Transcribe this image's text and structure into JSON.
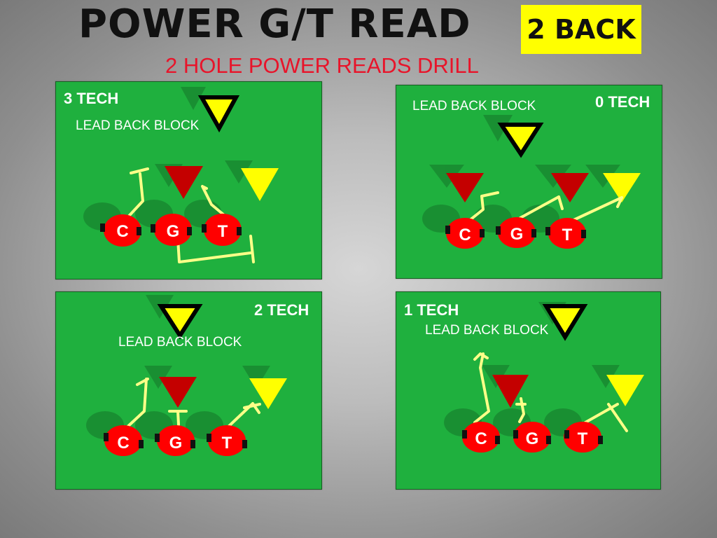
{
  "title": "POWER G/T READ",
  "badge": "2 BACK",
  "subtitle": "2 HOLE POWER READS DRILL",
  "colors": {
    "field": "#1fb03e",
    "lineman": "#ff0000",
    "defender_down": "#c40000",
    "read_key": "#ffff00",
    "route": "#ffff88",
    "title_text": "#111111",
    "subtitle_text": "#e8142a"
  },
  "panels": [
    {
      "tech_label": "3 TECH",
      "lead_label": "LEAD BACK BLOCK",
      "linemen": [
        "C",
        "G",
        "T"
      ]
    },
    {
      "tech_label": "0 TECH",
      "lead_label": "LEAD BACK BLOCK",
      "linemen": [
        "C",
        "G",
        "T"
      ]
    },
    {
      "tech_label": "2 TECH",
      "lead_label": "LEAD BACK BLOCK",
      "linemen": [
        "C",
        "G",
        "T"
      ]
    },
    {
      "tech_label": "1 TECH",
      "lead_label": "LEAD BACK BLOCK",
      "linemen": [
        "C",
        "G",
        "T"
      ]
    }
  ]
}
